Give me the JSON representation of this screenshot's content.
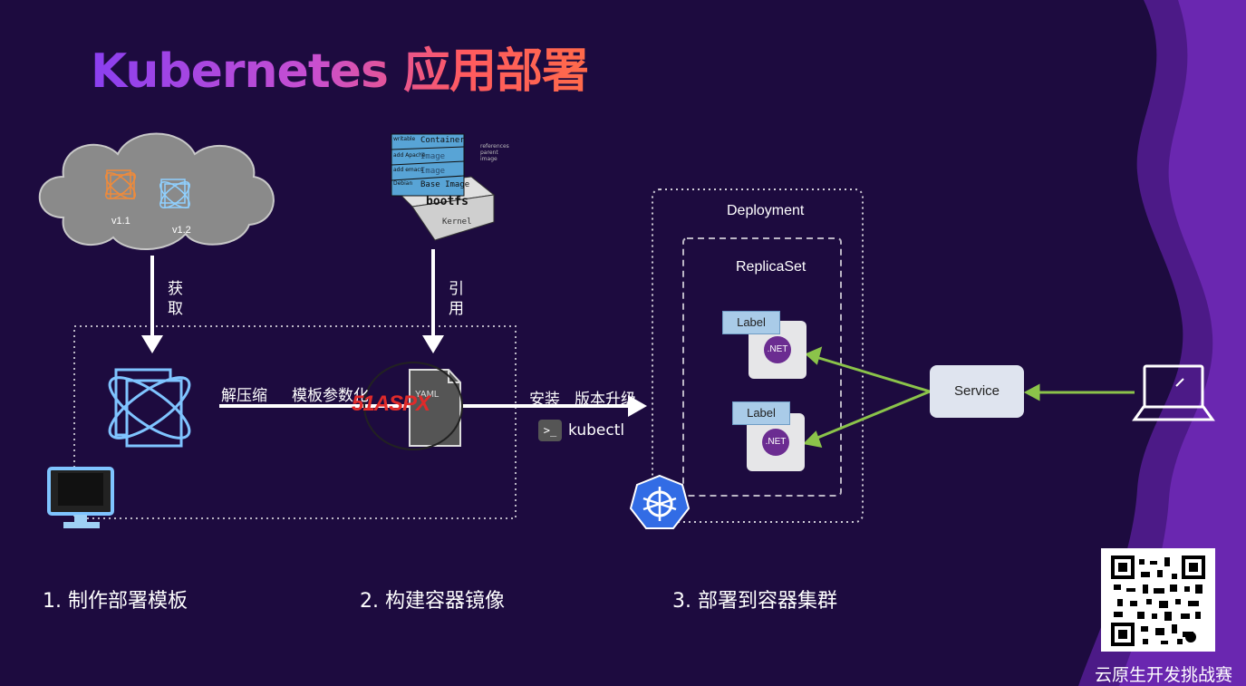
{
  "title": "Kubernetes 应用部署",
  "cloud": {
    "versions": [
      "v1.1",
      "v1.2"
    ]
  },
  "flow_labels": {
    "fetch": "获取",
    "reference": "引用",
    "unzip": "解压缩",
    "parameterize": "模板参数化",
    "install": "安装",
    "upgrade": "版本升级",
    "kubectl": "kubectl"
  },
  "docker_image": {
    "layers": [
      "Container",
      "Image",
      "Image",
      "Base Image",
      "bootfs",
      "Kernel"
    ],
    "side_labels": [
      "writable",
      "add Apache",
      "add emacs",
      "Debian"
    ],
    "refs": [
      "references",
      "parent",
      "image"
    ]
  },
  "yaml_label": "YAML",
  "watermark": {
    "brand": "51ASPX"
  },
  "cluster": {
    "deployment": "Deployment",
    "replicaset": "ReplicaSet",
    "pod_label": "Label",
    "net_label": ".NET",
    "service": "Service"
  },
  "steps": [
    "1. 制作部署模板",
    "2. 构建容器镜像",
    "3. 部署到容器集群"
  ],
  "footer": "云原生开发挑战赛",
  "colors": {
    "background": "#1d0b3f",
    "title_gradient_start": "#8a3ff0",
    "title_gradient_end": "#ff6a4a",
    "service_arrow": "#8bc34a",
    "k8s_blue": "#326ce5",
    "side_band": "#5a1f9a"
  }
}
